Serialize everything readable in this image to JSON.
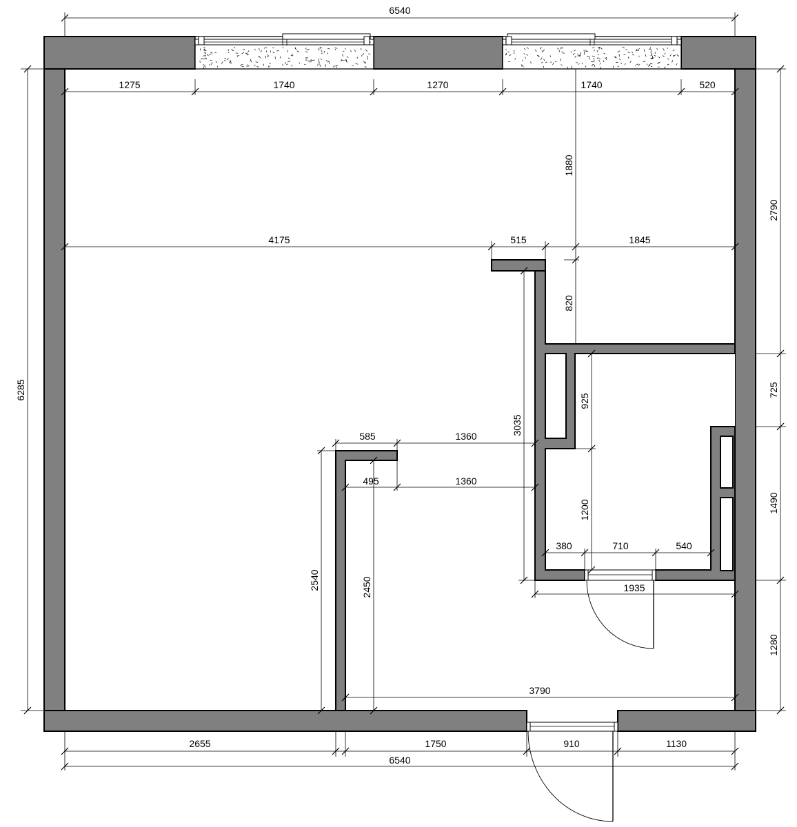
{
  "dimensions": {
    "top_overall": "6540",
    "top_segments": [
      "1275",
      "1740",
      "1270",
      "1740",
      "520"
    ],
    "left_overall": "6285",
    "mid_left": "4175",
    "mid_stub": "515",
    "mid_right": "1845",
    "right_upper_vert": "1880",
    "right_stub_vert": "820",
    "right_side": [
      "2790",
      "725",
      "1490",
      "1280"
    ],
    "bath_top_vert": "925",
    "bath_low_vert": "1200",
    "partition_vert": "3035",
    "upper_stub": "585",
    "upper_stub_to_wall": "1360",
    "lower_stub": "495",
    "lower_stub_to_wall": "1360",
    "left_partition_outer": "2540",
    "left_partition_inner": "2450",
    "bath_door_segments": [
      "380",
      "710",
      "540"
    ],
    "bath_width": "1935",
    "hall_width": "3790",
    "bottom_segments": [
      "2655",
      "1750",
      "910",
      "1130"
    ],
    "bottom_overall": "6540"
  }
}
